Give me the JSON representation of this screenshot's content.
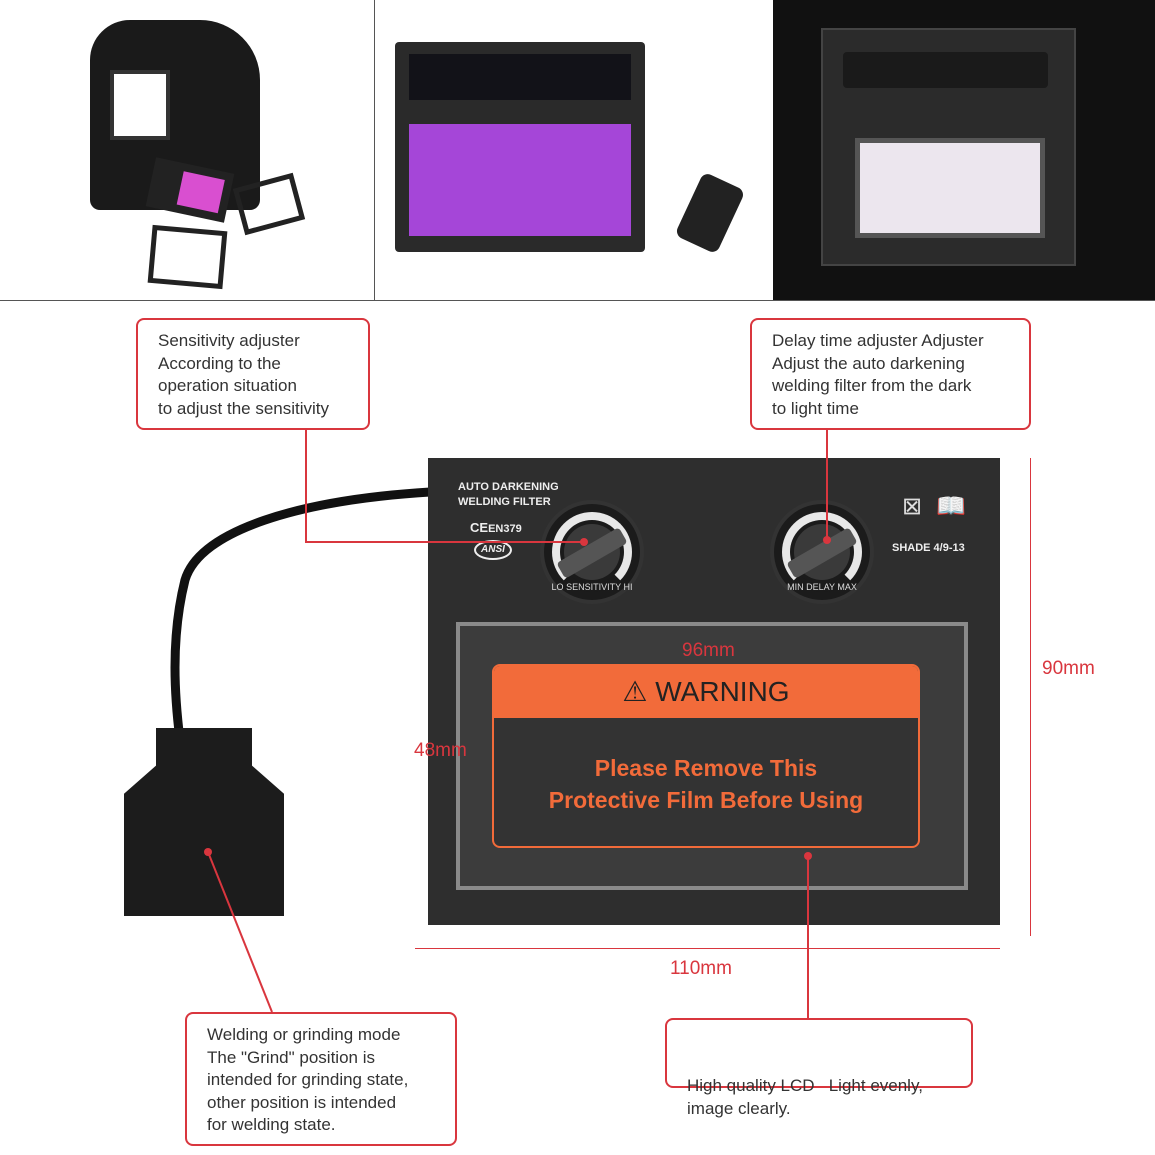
{
  "product_labels": {
    "title_line1": "AUTO DARKENING",
    "title_line2": "WELDING FILTER",
    "ce_mark": "CE",
    "standard": "EN379",
    "ansi_logo": "ANSI",
    "shade": "SHADE 4/9-13",
    "sensitivity_knob": {
      "lo": "LO",
      "name": "SENSITIVITY",
      "hi": "HI"
    },
    "delay_knob": {
      "min": "MIN",
      "name": "DELAY",
      "max": "MAX"
    },
    "warning_title": "WARNING",
    "warning_line1": "Please Remove This",
    "warning_line2": "Protective Film Before Using"
  },
  "dimensions": {
    "lens_width": "96mm",
    "lens_height": "48mm",
    "body_height": "90mm",
    "body_width": "110mm"
  },
  "callouts": {
    "sensitivity": [
      "Sensitivity adjuster",
      "According to the",
      "operation situation",
      "to adjust the sensitivity"
    ],
    "delay": [
      "Delay time adjuster Adjuster",
      "Adjust the auto darkening",
      "welding filter from the dark",
      "to light time"
    ],
    "mode": [
      "Welding or grinding mode",
      "The \"Grind\" position is",
      "intended for grinding state,",
      "other position is intended",
      "for welding state."
    ],
    "lcd": [
      "High quality LCD   Light evenly,",
      "image clearly."
    ]
  },
  "colors": {
    "accent": "#d9363e",
    "warning_orange": "#f26b3a",
    "body": "#2e2e2e"
  }
}
